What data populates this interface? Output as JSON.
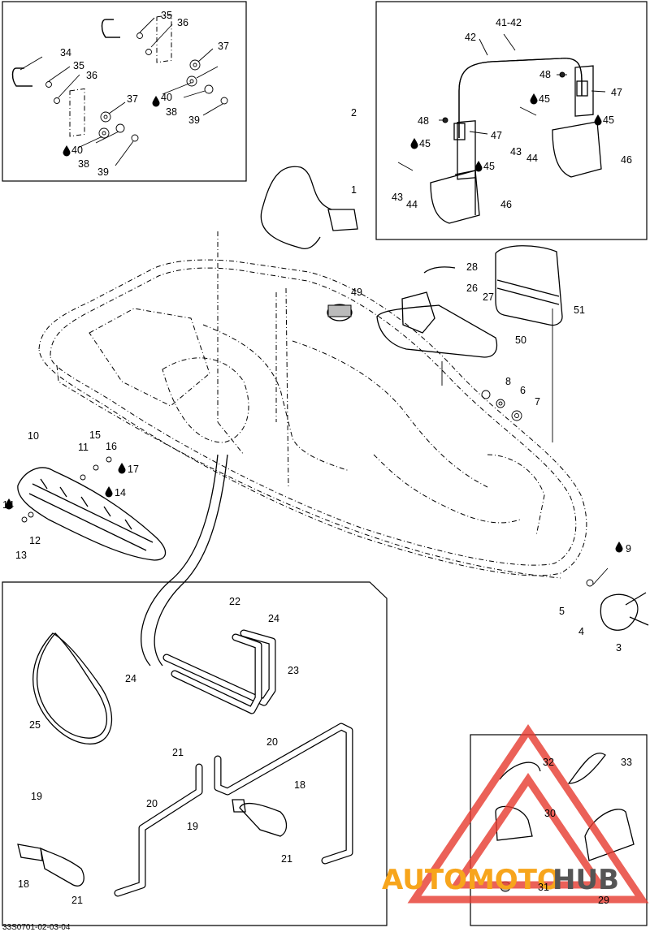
{
  "diagram": {
    "reference": "33S0701-02-03-04",
    "watermark": {
      "prefix": "AUTOMOTO",
      "suffix": "HUB",
      "prefix_color": "#f7a51c",
      "suffix_color": "#555555",
      "triangle_color": "#e63a2e"
    },
    "callouts": {
      "c1": "1",
      "c2": "2",
      "c3": "3",
      "c4": "4",
      "c5": "5",
      "c6": "6",
      "c7": "7",
      "c8": "8",
      "c9": "9",
      "c10": "10",
      "c11": "11",
      "c12": "12",
      "c13": "13",
      "c14a": "14",
      "c14b": "14",
      "c15": "15",
      "c16": "16",
      "c17": "17",
      "c18a": "18",
      "c18b": "18",
      "c19a": "19",
      "c19b": "19",
      "c20a": "20",
      "c20b": "20",
      "c21a": "21",
      "c21b": "21",
      "c21c": "21",
      "c22": "22",
      "c23": "23",
      "c24a": "24",
      "c24b": "24",
      "c25": "25",
      "c26": "26",
      "c27": "27",
      "c28": "28",
      "c29": "29",
      "c30": "30",
      "c31": "31",
      "c32": "32",
      "c33": "33",
      "c34a": "34",
      "c35a": "35",
      "c35b": "35",
      "c36a": "36",
      "c36b": "36",
      "c37a": "37",
      "c37b": "37",
      "c38a": "38",
      "c38b": "38",
      "c39a": "39",
      "c39b": "39",
      "c40a": "40",
      "c40b": "40",
      "c4142": "41-42",
      "c42": "42",
      "c43a": "43",
      "c43b": "43",
      "c44a": "44",
      "c44b": "44",
      "c45a": "45",
      "c45b": "45",
      "c45c": "45",
      "c45d": "45",
      "c46a": "46",
      "c46b": "46",
      "c47a": "47",
      "c47b": "47",
      "c48a": "48",
      "c48b": "48",
      "c49": "49",
      "c50": "50",
      "c51": "51"
    },
    "colors": {
      "line": "#000000",
      "background": "#ffffff"
    }
  }
}
